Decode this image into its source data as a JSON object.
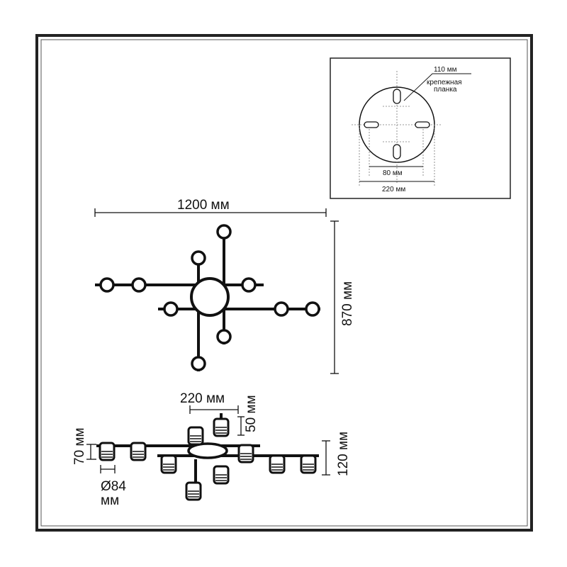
{
  "inset": {
    "mount_plate_label": "110 мм",
    "mount_plate_caption_line1": "крепежная",
    "mount_plate_caption_line2": "планка",
    "inner_width": "80 мм",
    "outer_width": "220 мм"
  },
  "top_view": {
    "width": "1200 мм",
    "height": "870 мм"
  },
  "side_view": {
    "canopy_width": "220 мм",
    "stem_height": "50 мм",
    "shade_height": "70 мм",
    "total_height": "120 мм",
    "shade_diameter_line1": "Ø84",
    "shade_diameter_line2": "мм"
  },
  "colors": {
    "line": "#111111",
    "frame": "#222222",
    "background": "#ffffff"
  }
}
